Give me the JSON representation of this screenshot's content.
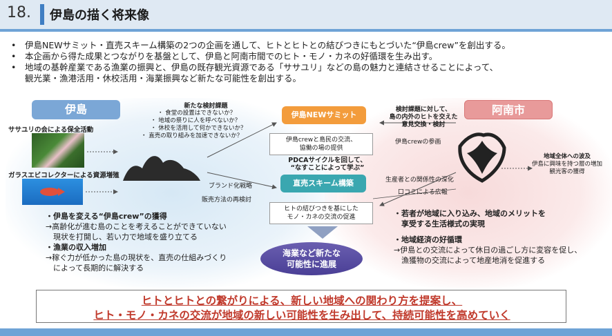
{
  "header": {
    "slide_number": "18.",
    "title": "伊島の描く将来像"
  },
  "bullets": [
    "伊島NEWサミット・直売スキーム構築の2つの企画を通して、ヒトとヒトとの結びつきにもとづいた“伊島crew”を創出する。",
    "本企画から得た成果とつながりを基盤として、伊島と阿南市間でのヒト・モノ・カネの好循環を生み出す。",
    "地域の基幹産業である漁業の振興と、伊島の既存観光資源である「ササユリ」などの島の魅力と連結させることによって、",
    "観光業・漁港活用・休校活用・海業振興など新たな可能性を創出する。"
  ],
  "diagram": {
    "ijima_label": "伊島",
    "anan_label": "阿南市",
    "sasayuri_group": "ササユリの会による保全活動",
    "glass_group": "ガラスエビコレクターによる資源増殖",
    "new_issues": {
      "heading": "新たな検討課題",
      "items": [
        "・ 食堂の設置はできないか？",
        "・ 地域の祭りに人を呼べないか？",
        "・ 休校を活用して何かできないか？",
        "・ 直売の取り組みを加速できないか？"
      ]
    },
    "summit": "伊島NEWサミット",
    "summit_desc": [
      "伊島crewと島民の交流、",
      "協働の場の提供"
    ],
    "pdca": [
      "PDCAサイクルを回して、",
      "“なすことによって学ぶ”"
    ],
    "scheme": "直売スキーム構築",
    "scheme_desc": [
      "ヒトの結びつきを基にした",
      "モノ・カネの交流の促進"
    ],
    "brand": "ブランド化戦略",
    "sales": "販売方法の再検討",
    "issue_exchange": [
      "検討課題に対して、",
      "島の内外のヒトを交えた",
      "意見交換・検討"
    ],
    "crew_join": "伊島crewの参画",
    "deepen": "生産者との関係性の深化",
    "word_of_mouth": "口コミによる広報",
    "spread": {
      "heading": "地域全体への波及",
      "lines": [
        "伊島に興味を持つ層の増加",
        "観光客の獲得"
      ]
    },
    "result": [
      "海業など新たな",
      "可能性に進展"
    ],
    "left_effects": [
      {
        "head": "・伊島を変える“伊島crew”の獲得",
        "lines": [
          "→高齢化が進む島のことを考えることができていない",
          "　現状を打開し、若い力で地域を盛り立てる"
        ]
      },
      {
        "head": "・漁業の収入増加",
        "lines": [
          "→稼ぐ力が低かった島の現状を、直売の仕組みづくり",
          "　によって長期的に解決する"
        ]
      }
    ],
    "right_effects": [
      {
        "head": "・若者が地域に入り込み、地域のメリットを",
        "lines": [
          "　享受する生活様式の実現"
        ]
      },
      {
        "head": "・地域経済の好循環",
        "lines": [
          "→伊島との交流によって休日の過ごし方に変容を促し、",
          "　漁獲物の交流によって地産地消を促進する"
        ]
      }
    ]
  },
  "conclusion": [
    "ヒトとヒトとの繋がりによる、新しい地域への関わり方を提案し、",
    "ヒト・モノ・カネの交流が地域の新しい可能性を生み出して、持続可能性を高めていく"
  ],
  "colors": {
    "accent_blue": "#3f7ec3",
    "summit_orange": "#f39c3c",
    "scheme_teal": "#3aa7b0",
    "result_purple": "#4a3f96",
    "conclusion_red": "#c0392b"
  }
}
